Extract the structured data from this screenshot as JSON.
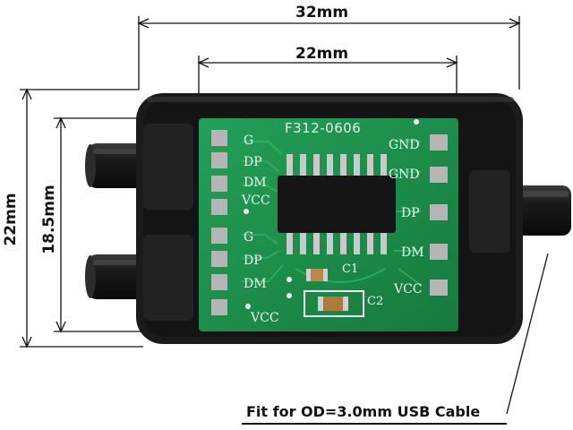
{
  "dimensions": {
    "width_outer": "32mm",
    "width_inner": "22mm",
    "height_outer": "22mm",
    "height_inner": "18.5mm"
  },
  "pcb": {
    "part_number": "F312-0606",
    "left_pads": [
      "G",
      "DP",
      "DM",
      "VCC",
      "G",
      "DP",
      "DM",
      "VCC"
    ],
    "right_pads": [
      "GND",
      "GND",
      "DP",
      "DM",
      "VCC"
    ],
    "components": [
      "C1",
      "C2"
    ],
    "board_color": "#1f8a4a"
  },
  "caption": "Fit for OD=3.0mm USB Cable",
  "colors": {
    "housing": "#1b1b1b",
    "pcb": "#1f8a4a",
    "silkscreen": "#f2f2f2",
    "pad": "#b5b5b5"
  }
}
